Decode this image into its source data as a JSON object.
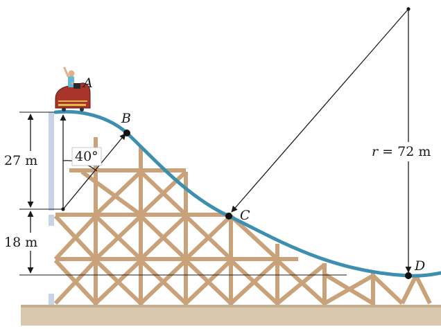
{
  "labels": {
    "point_a": "A",
    "point_b": "B",
    "point_c": "C",
    "point_d": "D",
    "height_upper": "27 m",
    "height_lower": "18 m",
    "angle": "40°",
    "radius_symbol": "r",
    "radius_value": "= 72 m"
  },
  "colors": {
    "track": "#3d8fb0",
    "trestle": "#c9a27a",
    "ground": "#d9c7ae",
    "ground_shadow": "#c4ae90",
    "car_body": "#a8342a",
    "rider_shirt": "#5fb8d8",
    "lines": "#1a1a1a"
  },
  "icons": {
    "car": "roller-coaster-car-icon",
    "rider": "rider-icon"
  }
}
